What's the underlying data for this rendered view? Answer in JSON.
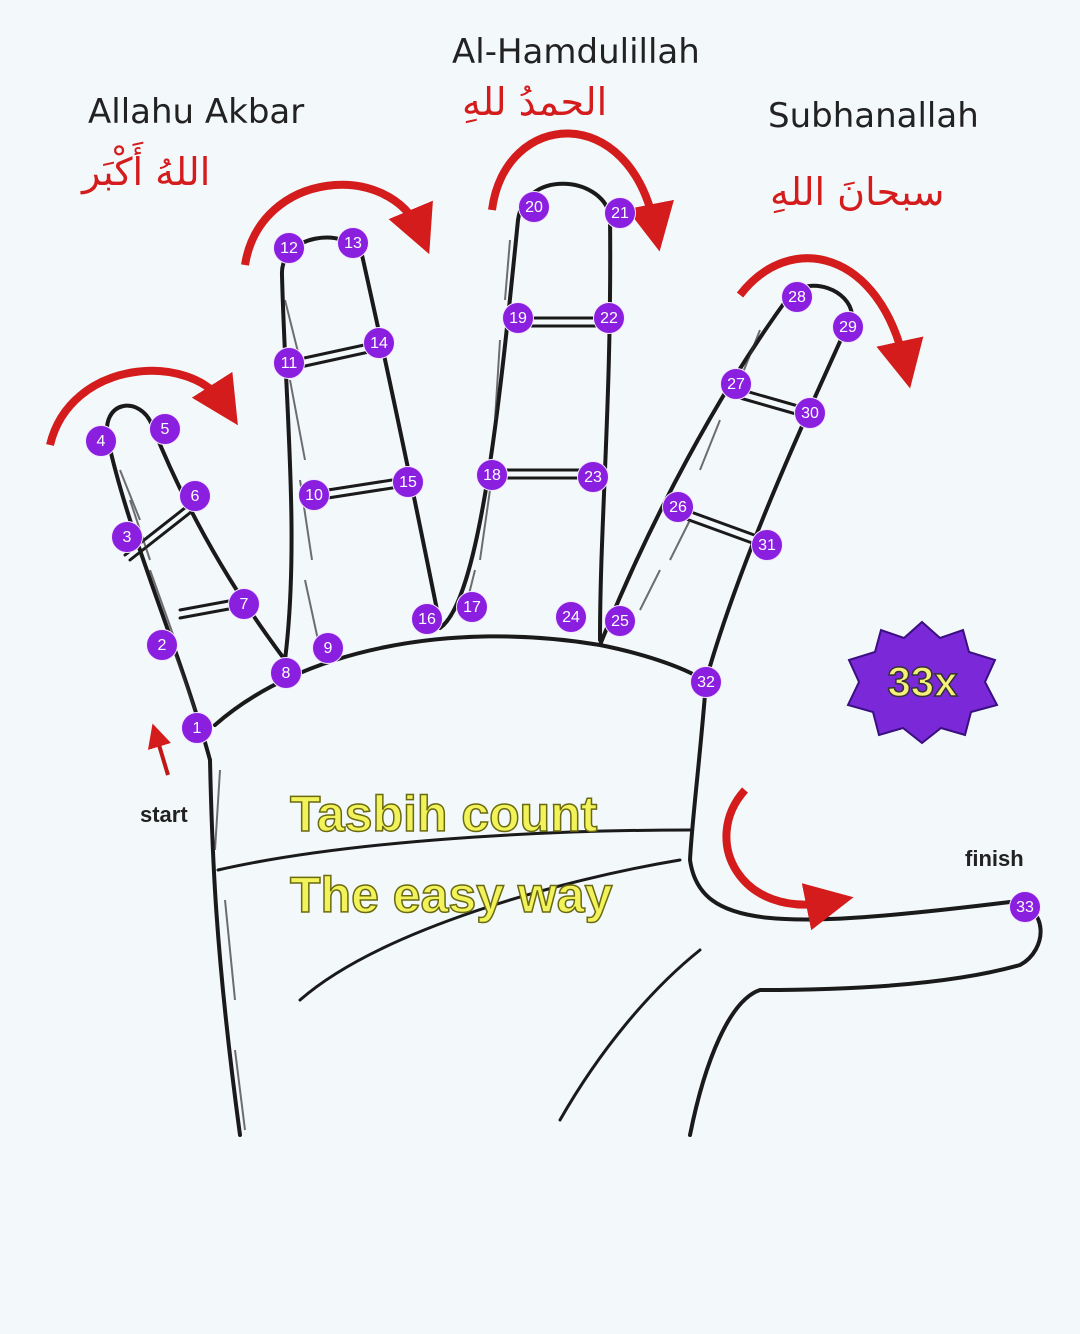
{
  "phrases": {
    "takbir": {
      "latin": "Allahu Akbar",
      "arabic": "اللهُ أَكْبَر"
    },
    "tahmid": {
      "latin": "Al-Hamdulillah",
      "arabic": "الحمدُ للهِ"
    },
    "tasbih": {
      "latin": "Subhanallah",
      "arabic": "سبحانَ اللهِ"
    }
  },
  "start_label": "start",
  "finish_label": "finish",
  "badge": "33x",
  "caption": {
    "line1": "Tasbih count",
    "line2": "The easy way"
  },
  "markers": [
    "1",
    "2",
    "3",
    "4",
    "5",
    "6",
    "7",
    "8",
    "9",
    "10",
    "11",
    "12",
    "13",
    "14",
    "15",
    "16",
    "17",
    "18",
    "19",
    "20",
    "21",
    "22",
    "23",
    "24",
    "25",
    "26",
    "27",
    "28",
    "29",
    "30",
    "31",
    "32",
    "33"
  ],
  "colors": {
    "marker": "#8a1fe0",
    "arrow": "#d41c1c",
    "arabic": "#d41c1c",
    "caption": "#f2f25a"
  }
}
